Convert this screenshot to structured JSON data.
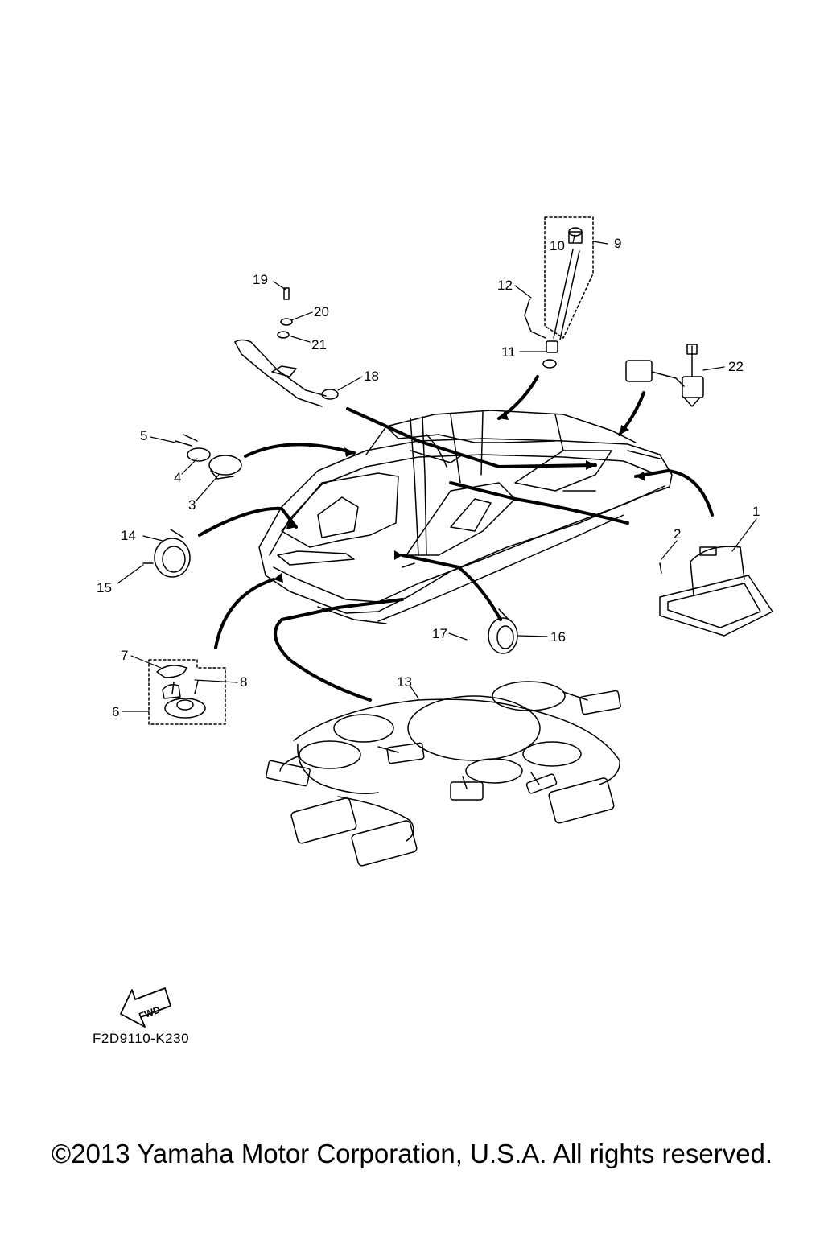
{
  "diagram": {
    "callouts": [
      {
        "id": "1",
        "label": "1"
      },
      {
        "id": "2",
        "label": "2"
      },
      {
        "id": "3",
        "label": "3"
      },
      {
        "id": "4",
        "label": "4"
      },
      {
        "id": "5",
        "label": "5"
      },
      {
        "id": "6",
        "label": "6"
      },
      {
        "id": "7",
        "label": "7"
      },
      {
        "id": "8",
        "label": "8"
      },
      {
        "id": "9",
        "label": "9"
      },
      {
        "id": "10",
        "label": "10"
      },
      {
        "id": "11",
        "label": "11"
      },
      {
        "id": "12",
        "label": "12"
      },
      {
        "id": "13",
        "label": "13"
      },
      {
        "id": "14",
        "label": "14"
      },
      {
        "id": "15",
        "label": "15"
      },
      {
        "id": "16",
        "label": "16"
      },
      {
        "id": "17",
        "label": "17"
      },
      {
        "id": "18",
        "label": "18"
      },
      {
        "id": "19",
        "label": "19"
      },
      {
        "id": "20",
        "label": "20"
      },
      {
        "id": "21",
        "label": "21"
      },
      {
        "id": "22",
        "label": "22"
      }
    ],
    "fwd_label": "FWD",
    "drawing_code": "F2D9110-K230"
  },
  "footer": {
    "copyright": "©2013 Yamaha Motor Corporation, U.S.A. All rights reserved."
  }
}
